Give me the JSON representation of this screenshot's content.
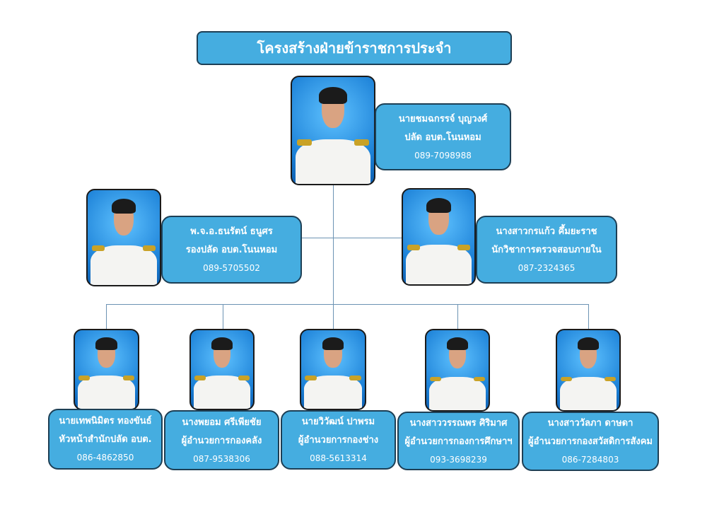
{
  "title": "โครงสร้างฝ่ายข้าราชการประจำ",
  "chief": {
    "name": "นายชมฉกรรจ์  บุญวงศ์",
    "position": "ปลัด อบต.โนนหอม",
    "phone": "089-7098988"
  },
  "deputy": {
    "name": "พ.จ.อ.ธนรัตน์  ธนูศร",
    "position": "รองปลัด อบต.โนนหอม",
    "phone": "089-5705502"
  },
  "auditor": {
    "name": "นางสาวกรแก้ว  คึ้มยะราช",
    "position": "นักวิชาการตรวจสอบภายใน",
    "phone": "087-2324365"
  },
  "staff": [
    {
      "name": "นายเทพนิมิตร  ทองขันธ์",
      "position": "หัวหน้าสำนักปลัด อบต.",
      "phone": "086-4862850"
    },
    {
      "name": "นางพยอม  ศรีเพียชัย",
      "position": "ผู้อำนวยการกองคลัง",
      "phone": "087-9538306"
    },
    {
      "name": "นายวิวัฒน์  ปาพรม",
      "position": "ผู้อำนวยการกองช่าง",
      "phone": "088-5613314"
    },
    {
      "name": "นางสาววรรณพร  ศิริมาศ",
      "position": "ผู้อำนวยการกองการศึกษาฯ",
      "phone": "093-3698239"
    },
    {
      "name": "นางสาววัลภา  ดาษดา",
      "position": "ผู้อำนวยการกองสวัสดิการสังคม",
      "phone": "086-7284803"
    }
  ]
}
